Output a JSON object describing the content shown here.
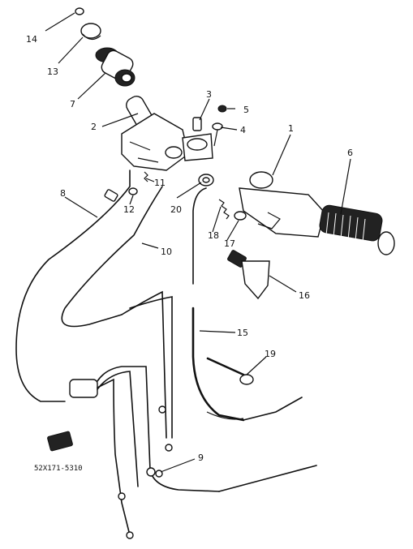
{
  "diagram": {
    "labels": [
      {
        "id": "l1",
        "text": "1"
      },
      {
        "id": "l2",
        "text": "2"
      },
      {
        "id": "l3",
        "text": "3"
      },
      {
        "id": "l4",
        "text": "4"
      },
      {
        "id": "l5",
        "text": "5"
      },
      {
        "id": "l6",
        "text": "6"
      },
      {
        "id": "l7",
        "text": "7"
      },
      {
        "id": "l8",
        "text": "8"
      },
      {
        "id": "l9",
        "text": "9"
      },
      {
        "id": "l10",
        "text": "10"
      },
      {
        "id": "l11",
        "text": "11"
      },
      {
        "id": "l12",
        "text": "12"
      },
      {
        "id": "l13",
        "text": "13"
      },
      {
        "id": "l14",
        "text": "14"
      },
      {
        "id": "l15",
        "text": "15"
      },
      {
        "id": "l16",
        "text": "16"
      },
      {
        "id": "l17",
        "text": "17"
      },
      {
        "id": "l18",
        "text": "18"
      },
      {
        "id": "l19",
        "text": "19"
      },
      {
        "id": "l20",
        "text": "20"
      }
    ],
    "catalog_code": "52X171-5310"
  }
}
